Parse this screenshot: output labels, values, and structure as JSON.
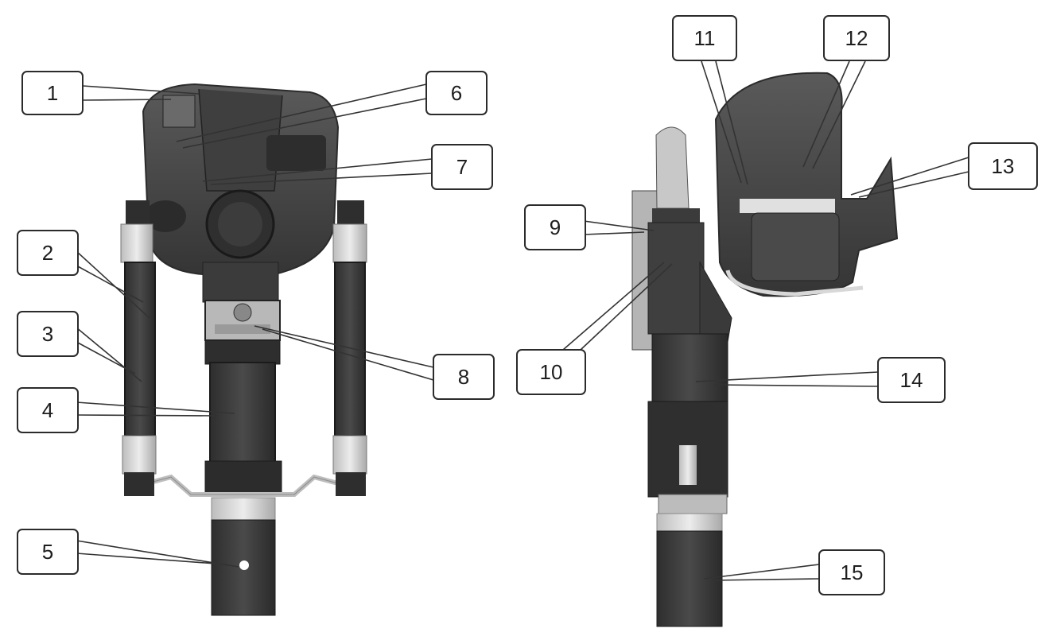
{
  "labels": [
    "1",
    "2",
    "3",
    "4",
    "5",
    "6",
    "7",
    "8",
    "9",
    "10",
    "11",
    "12",
    "13",
    "14",
    "15"
  ],
  "colors": {
    "body_dark": "#3a3a3a",
    "body_mid": "#4f4f4f",
    "body_light": "#6e6e6e",
    "metal": "#cfcfcf",
    "outline": "#2b2b2b"
  }
}
